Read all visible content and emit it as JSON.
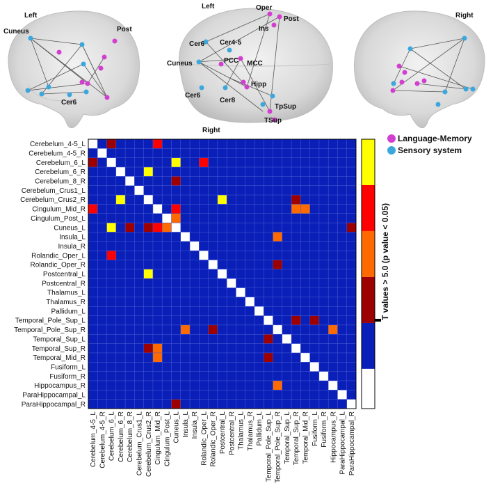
{
  "colors": {
    "language_memory": "#d23fd0",
    "sensory_system": "#3ba7dc",
    "matrix_background": "#0a1fb8",
    "diagonal": "#ffffff",
    "grid": "#4a5fd6",
    "level_1": "#9c0000",
    "level_2": "#ff6a00",
    "level_3": "#ff0000",
    "level_4": "#ffff00"
  },
  "brain_views": {
    "left": {
      "labels": [
        "Left",
        "Cuneus",
        "Post",
        "Cer6"
      ]
    },
    "center": {
      "labels": [
        "Left",
        "Oper",
        "Post",
        "Ins",
        "Cer6",
        "Cer4-5",
        "Cuneus",
        "PCC",
        "MCC",
        "Hipp",
        "Cer6",
        "Cer8",
        "TpSup",
        "TSup",
        "Right"
      ]
    },
    "right": {
      "labels": [
        "Right"
      ]
    }
  },
  "legend": {
    "items": [
      {
        "label": "Language-Memory",
        "color": "#d23fd0"
      },
      {
        "label": "Sensory system",
        "color": "#3ba7dc"
      }
    ]
  },
  "chart_data": {
    "type": "heatmap",
    "title": "",
    "regions": [
      "Cerebelum_4-5_L",
      "Cerebelum_4-5_R",
      "Cerebelum_6_L",
      "Cerebelum_6_R",
      "Cerebelum_8_R",
      "Cerebelum_Crus1_L",
      "Cerebelum_Crus2_R",
      "Cingulum_Mid_R",
      "Cingulum_Post_L",
      "Cuneus_L",
      "Insula_L",
      "Insula_R",
      "Rolandic_Oper_L",
      "Rolandic_Oper_R",
      "Postcentral_L",
      "Postcentral_R",
      "Thalamus_L",
      "Thalamus_R",
      "Pallidum_L",
      "Temporal_Pole_Sup_L",
      "Temporal_Pole_Sup_R",
      "Temporal_Sup_L",
      "Temporal_Sup_R",
      "Temporal_Mid_R",
      "Fusiform_L",
      "Fusiform_R",
      "Hippocampus_R",
      "ParaHippocampal_L",
      "ParaHippocampal_R"
    ],
    "diagonal": "white",
    "background_level": 0,
    "cells": [
      {
        "row": 0,
        "col": 2,
        "level": 1
      },
      {
        "row": 0,
        "col": 7,
        "level": 3
      },
      {
        "row": 2,
        "col": 0,
        "level": 1
      },
      {
        "row": 2,
        "col": 9,
        "level": 4
      },
      {
        "row": 2,
        "col": 12,
        "level": 3
      },
      {
        "row": 3,
        "col": 6,
        "level": 4
      },
      {
        "row": 4,
        "col": 9,
        "level": 1
      },
      {
        "row": 6,
        "col": 3,
        "level": 4
      },
      {
        "row": 6,
        "col": 14,
        "level": 4
      },
      {
        "row": 6,
        "col": 22,
        "level": 1
      },
      {
        "row": 7,
        "col": 0,
        "level": 3
      },
      {
        "row": 7,
        "col": 9,
        "level": 3
      },
      {
        "row": 7,
        "col": 22,
        "level": 2
      },
      {
        "row": 7,
        "col": 23,
        "level": 2
      },
      {
        "row": 8,
        "col": 9,
        "level": 2
      },
      {
        "row": 9,
        "col": 2,
        "level": 4
      },
      {
        "row": 9,
        "col": 4,
        "level": 1
      },
      {
        "row": 9,
        "col": 6,
        "level": 1
      },
      {
        "row": 9,
        "col": 7,
        "level": 3
      },
      {
        "row": 9,
        "col": 8,
        "level": 2
      },
      {
        "row": 9,
        "col": 28,
        "level": 1
      },
      {
        "row": 10,
        "col": 20,
        "level": 2
      },
      {
        "row": 12,
        "col": 2,
        "level": 3
      },
      {
        "row": 13,
        "col": 20,
        "level": 1
      },
      {
        "row": 14,
        "col": 6,
        "level": 4
      },
      {
        "row": 19,
        "col": 22,
        "level": 1
      },
      {
        "row": 19,
        "col": 24,
        "level": 1
      },
      {
        "row": 20,
        "col": 10,
        "level": 2
      },
      {
        "row": 20,
        "col": 13,
        "level": 1
      },
      {
        "row": 20,
        "col": 26,
        "level": 2
      },
      {
        "row": 21,
        "col": 19,
        "level": 1
      },
      {
        "row": 22,
        "col": 6,
        "level": 1
      },
      {
        "row": 22,
        "col": 7,
        "level": 2
      },
      {
        "row": 23,
        "col": 7,
        "level": 2
      },
      {
        "row": 23,
        "col": 19,
        "level": 1
      },
      {
        "row": 26,
        "col": 20,
        "level": 2
      },
      {
        "row": 28,
        "col": 9,
        "level": 1
      }
    ],
    "colorbar": {
      "label": "T values > 5.0 (p value < 0.05)",
      "segments_top_to_bottom": [
        "#ffff00",
        "#ff0000",
        "#ff6a00",
        "#9c0000",
        "#0a1fb8",
        "#ffffff"
      ]
    }
  }
}
